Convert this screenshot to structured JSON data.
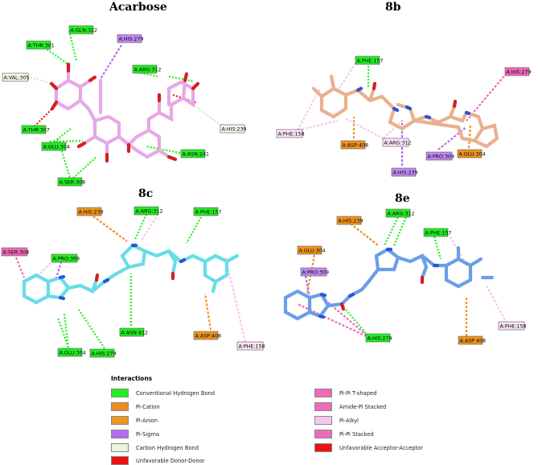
{
  "titles": {
    "acarbose": "Acarbose",
    "p8b": "8b",
    "p8c": "8c",
    "p8e": "8e"
  },
  "colors": {
    "conventional_h_bond": "#22ee22",
    "pi_cation": "#f08c1e",
    "pi_anion": "#f0961e",
    "pi_sigma": "#b36cf0",
    "carbon_h_bond": "#e5f7df",
    "unfavorable_donor": "#ee1111",
    "pi_pi_tshaped": "#f06ab8",
    "amide_pi": "#f06ab8",
    "pi_alkyl": "#f6c6f0",
    "pi_pi_stacked": "#f06ab8",
    "unfavorable_acceptor": "#ee1111",
    "acarbose_stick": "#e6a8e6",
    "oxygen": "#d42020",
    "ligand_8b": "#eab08e",
    "ligand_8c": "#66dde8",
    "ligand_8e": "#6a9ee8",
    "nitrogen": "#2a55d8"
  },
  "labels": {
    "acarbose": {
      "gln322": "A:GLN:322",
      "thr301": "A:THR:301",
      "his279": "A:HIS:279",
      "val305": "A:VAL:305",
      "arg312": "A:ARG:312",
      "his239": "A:HIS:239",
      "thr307": "A:THR:307",
      "glu304": "A:GLU:304",
      "asn241": "A:ASN:241",
      "ser308": "A:SER:308"
    },
    "p8b": {
      "phe157": "A:PHE:157",
      "his279": "A:HIS:279",
      "phe158": "A:PHE:158",
      "asp408": "A:ASP:408",
      "arg312": "A:ARG:312",
      "pro309": "A:PRO:309",
      "his239": "A:HIS:239",
      "glu304": "A:GLU:304"
    },
    "p8c": {
      "his239": "A:HIS:239",
      "arg312": "A:ARG:312",
      "phe157": "A:PHE:157",
      "ser308": "A:SER:308",
      "pro309": "A:PRO:309",
      "asn412": "A:ASN:412",
      "asp408": "A:ASP:408",
      "phe158": "A:PHE:158",
      "glu304": "A:GLU:304",
      "his279": "A:HIS:279"
    },
    "p8e": {
      "glu304": "A:GLU:304",
      "his239": "A:HIS:239",
      "arg312": "A:ARG:312",
      "phe157": "A:PHE:157",
      "pro309": "A:PRO:309",
      "phe158": "A:PHE:158",
      "asp408": "A:ASP:408",
      "his279": "A:HIS:279"
    }
  },
  "legend": {
    "title": "Interactions",
    "items": [
      {
        "label": "Conventional Hydrogen Bond",
        "color_key": "conventional_h_bond"
      },
      {
        "label": "Pi-Cation",
        "color_key": "pi_cation"
      },
      {
        "label": "Pi-Anion",
        "color_key": "pi_anion"
      },
      {
        "label": "Pi-Sigma",
        "color_key": "pi_sigma"
      },
      {
        "label": "Carbon Hydrogen Bond",
        "color_key": "carbon_h_bond"
      },
      {
        "label": "Unfavorable Donor-Donor",
        "color_key": "unfavorable_donor"
      },
      {
        "label": "Pi-Pi T-shaped",
        "color_key": "pi_pi_tshaped"
      },
      {
        "label": "Amide-Pi Stacked",
        "color_key": "amide_pi"
      },
      {
        "label": "Pi-Alkyl",
        "color_key": "pi_alkyl"
      },
      {
        "label": "Pi-Pi Stacked",
        "color_key": "pi_pi_stacked"
      },
      {
        "label": "Unfavorable Acceptor-Acceptor",
        "color_key": "unfavorable_acceptor"
      }
    ]
  }
}
